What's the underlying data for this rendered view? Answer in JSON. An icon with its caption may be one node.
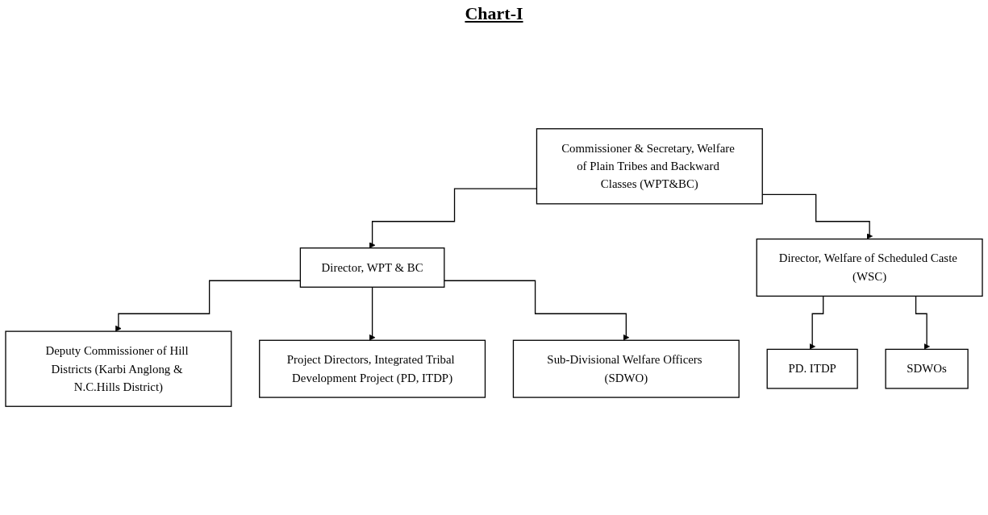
{
  "diagram": {
    "title": "Chart-I",
    "nodes": [
      {
        "text": [
          "Commissioner & Secretary, Welfare of Plain Tribes and Backward Classes (WPT&BC)"
        ]
      },
      {
        "text": [
          "Director, WPT & BC"
        ]
      },
      {
        "text": [
          "Director, Welfare of Scheduled Caste (WSC)"
        ]
      },
      {
        "text": [
          "Deputy Commissioner of Hill Districts (Karbi Anglong & N.C.Hills District)"
        ]
      },
      {
        "text": [
          "PD. ITDP"
        ]
      },
      {
        "text": [
          "SDWOs"
        ]
      },
      {
        "text": [
          "Project Directors, Integrated Tribal Development Project (PD, ITDP)"
        ]
      },
      {
        "text": [
          "Sub-Divisional Welfare Officers (SDWO)"
        ]
      }
    ],
    "edges": [
      {
        "from": 0,
        "to": 1,
        "arrow": "to"
      },
      {
        "from": 0,
        "to": 2,
        "arrow": "to"
      },
      {
        "from": 1,
        "to": 3,
        "arrow": "to"
      },
      {
        "from": 1,
        "to": 6,
        "arrow": "to"
      },
      {
        "from": 1,
        "to": 7,
        "arrow": "to"
      },
      {
        "from": 2,
        "to": 4,
        "arrow": "to"
      },
      {
        "from": 2,
        "to": 5,
        "arrow": "to"
      }
    ]
  }
}
